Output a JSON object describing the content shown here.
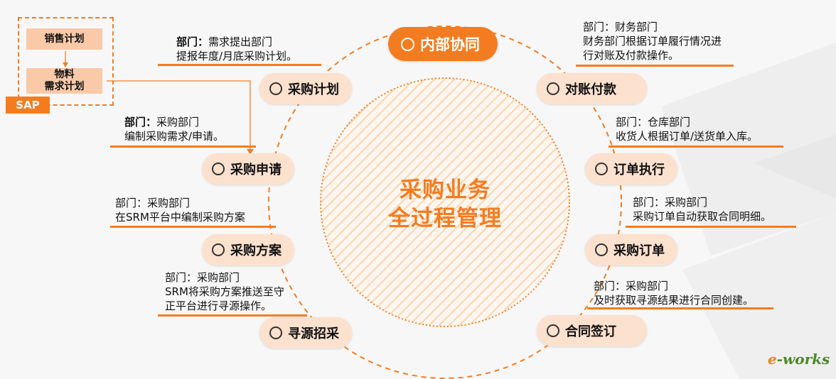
{
  "center": {
    "line1": "采购业务",
    "line2": "全过程管理"
  },
  "nodes": {
    "internal": "内部协同",
    "plan": "采购计划",
    "request": "采购申请",
    "scheme": "采购方案",
    "sourcing": "寻源招采",
    "reconcile": "对账付款",
    "execute": "订单执行",
    "order": "采购订单",
    "contract": "合同签订"
  },
  "notes": {
    "plan": {
      "dept": "部门：",
      "dept_name": "需求提出部门",
      "desc": "提报年度/月底采购计划。"
    },
    "request": {
      "dept": "部门：",
      "dept_name": "采购部门",
      "desc": "编制采购需求/申请。"
    },
    "scheme": {
      "line1": "部门：采购部门",
      "line2": "在SRM平台中编制采购方案"
    },
    "sourcing": {
      "line1": "部门：采购部门",
      "line2": "SRM将采购方案推送至守",
      "line3": "正平台进行寻源操作。"
    },
    "reconcile": {
      "line1": "部门：财务部门",
      "line2": "财务部门根据订单履行情况进",
      "line3": "行对账及付款操作。"
    },
    "execute": {
      "line1": "部门：仓库部门",
      "line2": "收货人根据订单/送货单入库。"
    },
    "order": {
      "line1": "部门：采购部门",
      "line2": "采购订单自动获取合同明细。"
    },
    "contract": {
      "line1": "部门：采购部门",
      "line2": "及时获取寻源结果进行合同创建。"
    }
  },
  "sap": {
    "tag": "SAP",
    "item1": "销售计划",
    "item2_line1": "物料",
    "item2_line2": "需求计划"
  },
  "logo": {
    "prefix": "e",
    "rest": "-works"
  },
  "colors": {
    "accent": "#f47c20",
    "pill": "#fde1cf",
    "sap_item": "#f9c9a8"
  }
}
